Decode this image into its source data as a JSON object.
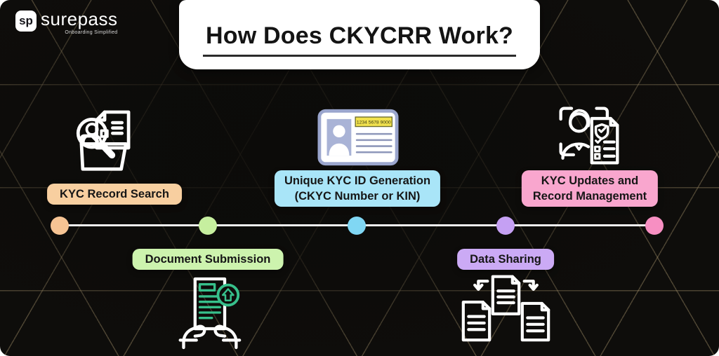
{
  "logo": {
    "mark": "sp",
    "name": "surepass",
    "tagline": "Onboarding Simplified"
  },
  "header": {
    "title": "How Does CKYCRR Work?"
  },
  "timeline": {
    "steps": [
      {
        "id": 1,
        "label": "KYC Record Search",
        "side": "above",
        "accent": "#f8cfa0",
        "dot": "#f6c494",
        "icon": "kyc-record-search-icon"
      },
      {
        "id": 2,
        "label": "Document Submission",
        "side": "below",
        "accent": "#cdf3ae",
        "dot": "#c6ef9f",
        "icon": "document-submission-icon"
      },
      {
        "id": 3,
        "label_line1": "Unique KYC ID Generation",
        "label_line2": "(CKYC Number or KIN)",
        "side": "above",
        "accent": "#a9e5f8",
        "dot": "#80d7f4",
        "icon": "id-card-icon"
      },
      {
        "id": 4,
        "label": "Data Sharing",
        "side": "below",
        "accent": "#cbaaf5",
        "dot": "#c5a0f3",
        "icon": "data-sharing-icon"
      },
      {
        "id": 5,
        "label_line1": "KYC Updates and",
        "label_line2": "Record Management",
        "side": "above",
        "accent": "#f9a6ce",
        "dot": "#f78fc2",
        "icon": "kyc-updates-icon"
      }
    ]
  },
  "id_card": {
    "number": "1234 5678 9000"
  },
  "colors": {
    "background": "#0e0d0b",
    "pattern_line": "#aa966e",
    "timeline_line": "#efefef",
    "title_box": "#ffffff",
    "title_text": "#141414",
    "icon_stroke": "#ffffff",
    "icon_green": "#37c08b",
    "card_border": "#9aa5cd",
    "card_photo": "#a9b3d6",
    "card_badge": "#f2e24e"
  }
}
